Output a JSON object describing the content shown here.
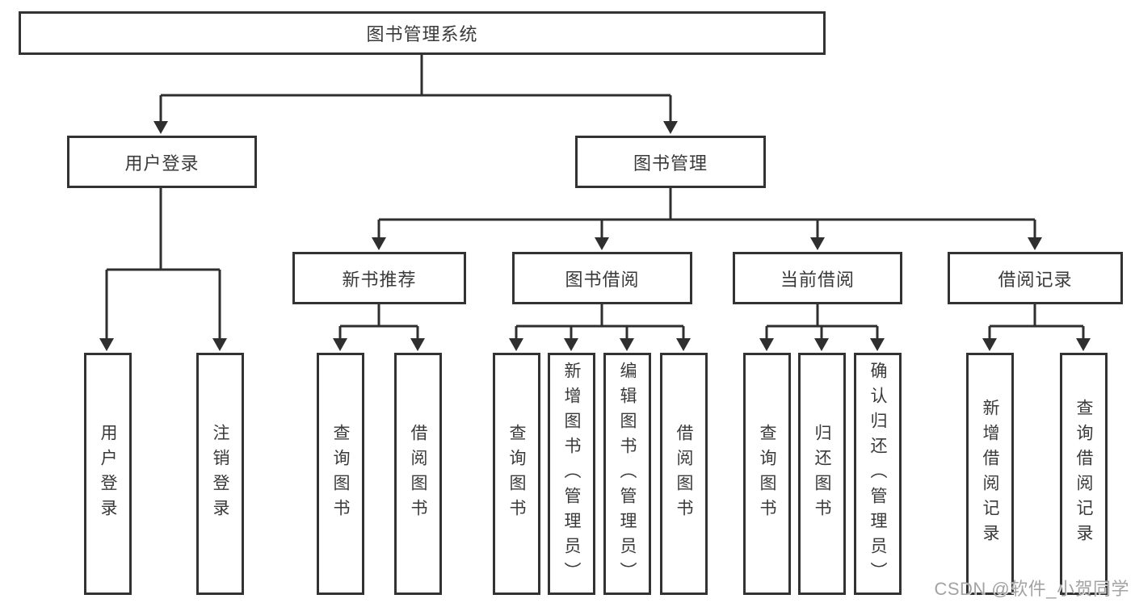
{
  "tree": {
    "root": {
      "label": "图书管理系统"
    },
    "level2": [
      {
        "label": "用户登录"
      },
      {
        "label": "图书管理"
      }
    ],
    "level3": [
      {
        "label": "新书推荐",
        "parent": "图书管理"
      },
      {
        "label": "图书借阅",
        "parent": "图书管理"
      },
      {
        "label": "当前借阅",
        "parent": "图书管理"
      },
      {
        "label": "借阅记录",
        "parent": "图书管理"
      }
    ],
    "leaves": [
      {
        "label": "用户登录",
        "parent": "用户登录"
      },
      {
        "label": "注销登录",
        "parent": "用户登录"
      },
      {
        "label": "查询图书",
        "parent": "新书推荐"
      },
      {
        "label": "借阅图书",
        "parent": "新书推荐"
      },
      {
        "label": "查询图书",
        "parent": "图书借阅"
      },
      {
        "label": "新增图书（管理员）",
        "parent": "图书借阅"
      },
      {
        "label": "编辑图书（管理员）",
        "parent": "图书借阅"
      },
      {
        "label": "借阅图书",
        "parent": "图书借阅"
      },
      {
        "label": "查询图书",
        "parent": "当前借阅"
      },
      {
        "label": "归还图书",
        "parent": "当前借阅"
      },
      {
        "label": "确认归还（管理员）",
        "parent": "当前借阅"
      },
      {
        "label": "新增借阅记录",
        "parent": "借阅记录"
      },
      {
        "label": "查询借阅记录",
        "parent": "借阅记录"
      }
    ]
  },
  "watermark": {
    "text": "CSDN @软件_小贺同学"
  },
  "colors": {
    "line": "#2f2f2f",
    "box_border": "#333333",
    "box_bg": "#ffffff",
    "text": "#3a3a3a",
    "page_bg": "#ffffff",
    "watermark": "#a3a3a3"
  }
}
